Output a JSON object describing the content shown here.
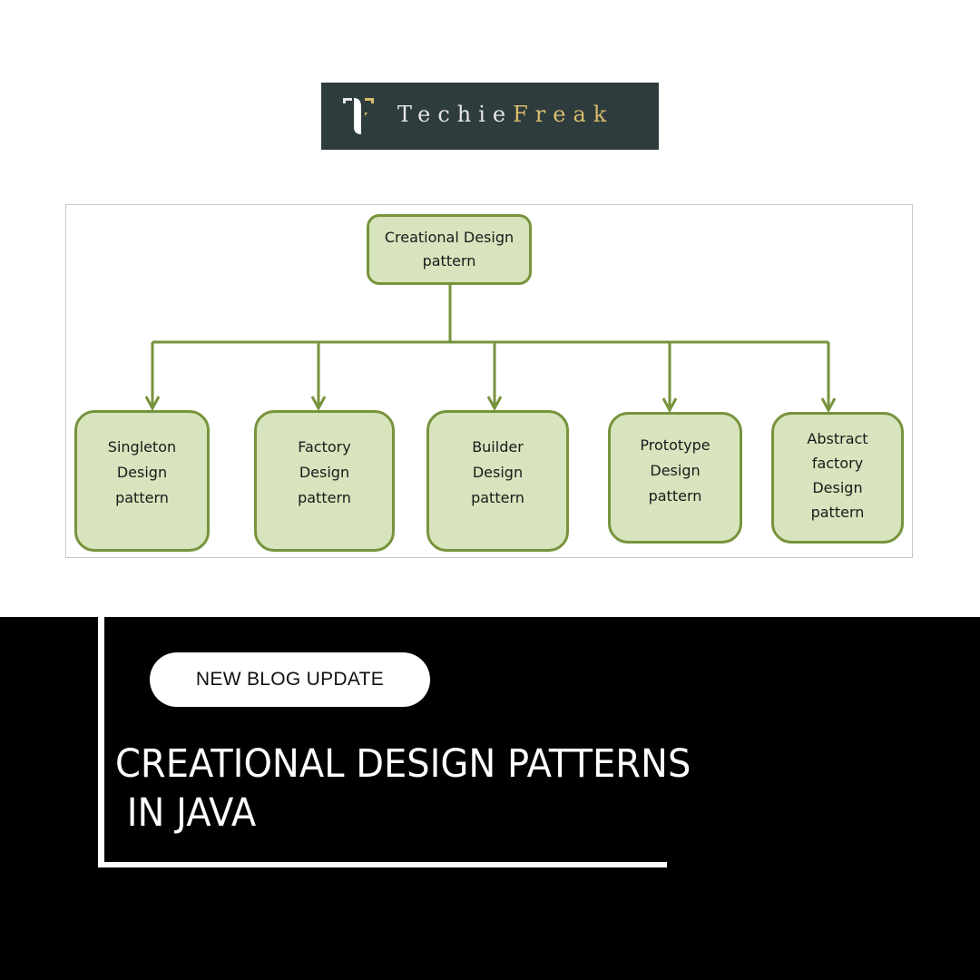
{
  "logo": {
    "text_part1": "Techie",
    "text_part2": "Freak",
    "background": "#2f3c3e",
    "text_color_1": "#e6e6e6",
    "text_color_2": "#d9bf6a"
  },
  "diagram": {
    "root": {
      "label": "Creational Design\npattern"
    },
    "children": [
      {
        "label": "Singleton\nDesign\npattern"
      },
      {
        "label": "Factory\nDesign\npattern"
      },
      {
        "label": "Builder\nDesign\npattern"
      },
      {
        "label": "Prototype\nDesign\npattern"
      },
      {
        "label": "Abstract\nfactory\nDesign\npattern"
      }
    ],
    "colors": {
      "fill": "#d7e4bd",
      "stroke": "#77933c"
    }
  },
  "banner": {
    "pill_label": "NEW BLOG UPDATE",
    "headline": "CREATIONAL DESIGN PATTERNS\n IN JAVA"
  }
}
